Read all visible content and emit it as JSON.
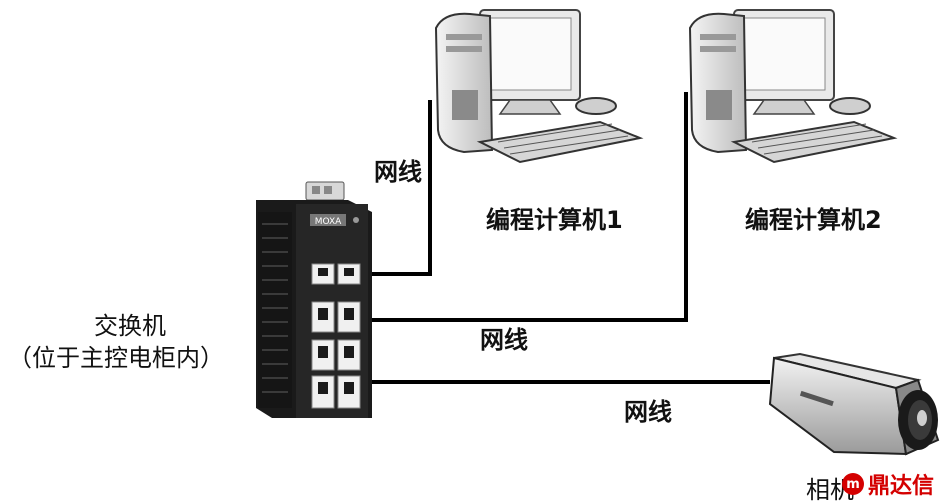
{
  "labels": {
    "cable_1": "网线",
    "cable_2": "网线",
    "cable_3": "网线",
    "pc_1": "编程计算机1",
    "pc_2": "编程计算机2",
    "switch_line1": "交换机",
    "switch_line2": "（位于主控电柜内）",
    "camera": "相机",
    "switch_brand": "MOXA"
  },
  "watermark": {
    "icon_text": "m",
    "text": "鼎达信"
  },
  "colors": {
    "cable": "#000000",
    "switch_body": "#202020",
    "watermark": "#d40000"
  }
}
